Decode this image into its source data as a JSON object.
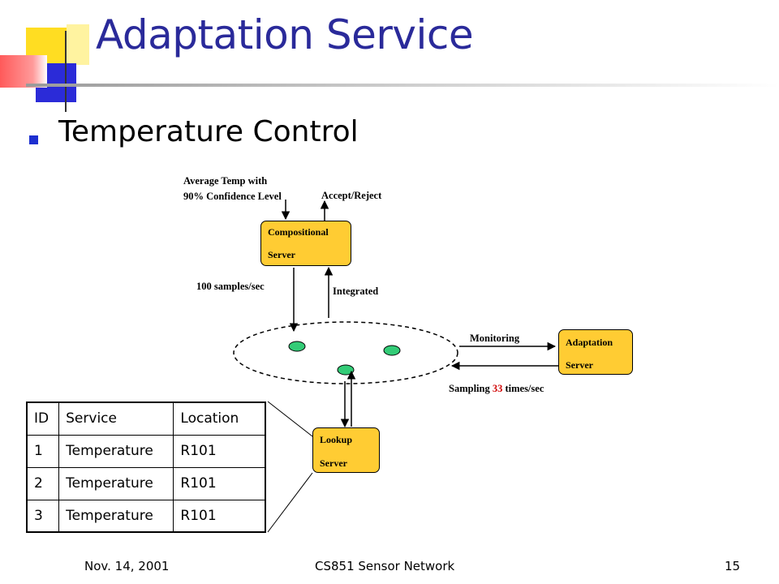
{
  "slide": {
    "title": "Adaptation Service",
    "bullet": "Temperature Control"
  },
  "diagram": {
    "labels": {
      "avg_temp_line1": "Average Temp with",
      "avg_temp_line2": "90% Confidence Level",
      "accept_reject": "Accept/Reject",
      "samples": "100 samples/sec",
      "integrated": "Integrated",
      "monitoring": "Monitoring",
      "sampling_prefix": "Sampling",
      "sampling_rate": "33",
      "sampling_suffix": "times/sec"
    },
    "compositional_server": {
      "line1": "Compositional",
      "line2": "Server"
    },
    "adaptation_server": {
      "line1": "Adaptation",
      "line2": "Server"
    },
    "lookup_server": {
      "line1": "Lookup",
      "line2": "Server"
    }
  },
  "table": {
    "headers": [
      "ID",
      "Service",
      "Location"
    ],
    "rows": [
      [
        "1",
        "Temperature",
        "R101"
      ],
      [
        "2",
        "Temperature",
        "R101"
      ],
      [
        "3",
        "Temperature",
        "R101"
      ]
    ]
  },
  "footer": {
    "date": "Nov. 14, 2001",
    "course": "CS851 Sensor Network",
    "page": "15"
  },
  "colors": {
    "title": "#2a2a9a",
    "server_box": "#ffcc33",
    "sensor_node": "#33cc77",
    "bullet": "#1d2fd0",
    "highlight": "#d00000"
  }
}
